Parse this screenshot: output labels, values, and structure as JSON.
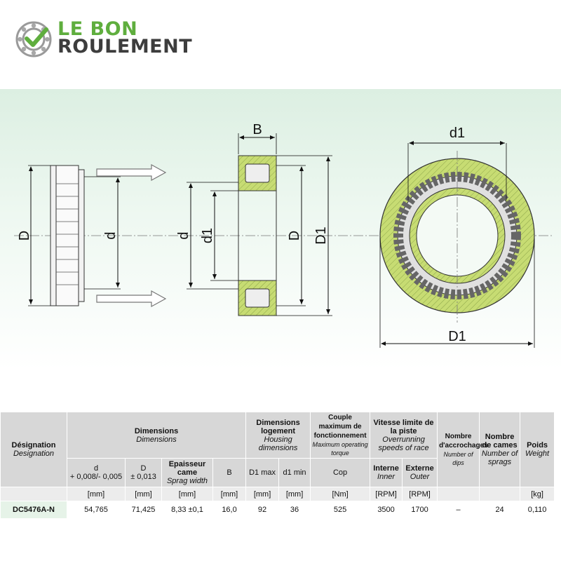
{
  "brand": {
    "line1": "LE BON",
    "line2": "ROULEMENT",
    "colors": {
      "green": "#5fae3e",
      "dark": "#3d3d3d"
    }
  },
  "drawing": {
    "labels": {
      "side_D": "D",
      "side_d": "d",
      "section_B": "B",
      "section_d": "d",
      "section_d1": "d1",
      "section_D": "D",
      "section_D1": "D1",
      "front_d1": "d1",
      "front_D1": "D1"
    },
    "colors": {
      "section_fill": "#c7dc73",
      "roller": "#e6e6e6"
    }
  },
  "table": {
    "headers": {
      "designation": {
        "fr": "Désignation",
        "en": "Designation"
      },
      "dimensions": {
        "fr": "Dimensions",
        "en": "Dimensions"
      },
      "housing": {
        "fr": "Dimensions logement",
        "en": "Housing dimensions"
      },
      "torque": {
        "fr": "Couple maximum de fonctionnement",
        "en": "Maximum operating torque"
      },
      "speed": {
        "fr": "Vitesse limite de la piste",
        "en": "Overrunning speeds of race"
      },
      "dips": {
        "fr": "Nombre d'accrochages",
        "en": "Number of dips"
      },
      "sprags": {
        "fr": "Nombre de cames",
        "en": "Number of sprags"
      },
      "weight": {
        "fr": "Poids",
        "en": "Weight"
      }
    },
    "subheaders": {
      "d": {
        "name": "d",
        "tol": "+ 0,008/- 0,005"
      },
      "D": {
        "name": "D",
        "tol": "± 0,013"
      },
      "sprag": {
        "fr": "Epaisseur came",
        "en": "Sprag width"
      },
      "B": "B",
      "D1max": "D1 max",
      "d1min": "d1 min",
      "cop": "Cop",
      "inner": {
        "fr": "Interne",
        "en": "Inner"
      },
      "outer": {
        "fr": "Externe",
        "en": "Outer"
      }
    },
    "units": {
      "d": "[mm]",
      "D": "[mm]",
      "sprag": "[mm]",
      "B": "[mm]",
      "D1max": "[mm]",
      "d1min": "[mm]",
      "cop": "[Nm]",
      "inner": "[RPM]",
      "outer": "[RPM]",
      "weight": "[kg]"
    },
    "row": {
      "designation": "DC5476A-N",
      "d": "54,765",
      "D": "71,425",
      "sprag": "8,33 ±0,1",
      "B": "16,0",
      "D1max": "92",
      "d1min": "36",
      "cop": "525",
      "inner": "3500",
      "outer": "1700",
      "dips": "–",
      "sprags": "24",
      "weight": "0,110"
    }
  }
}
